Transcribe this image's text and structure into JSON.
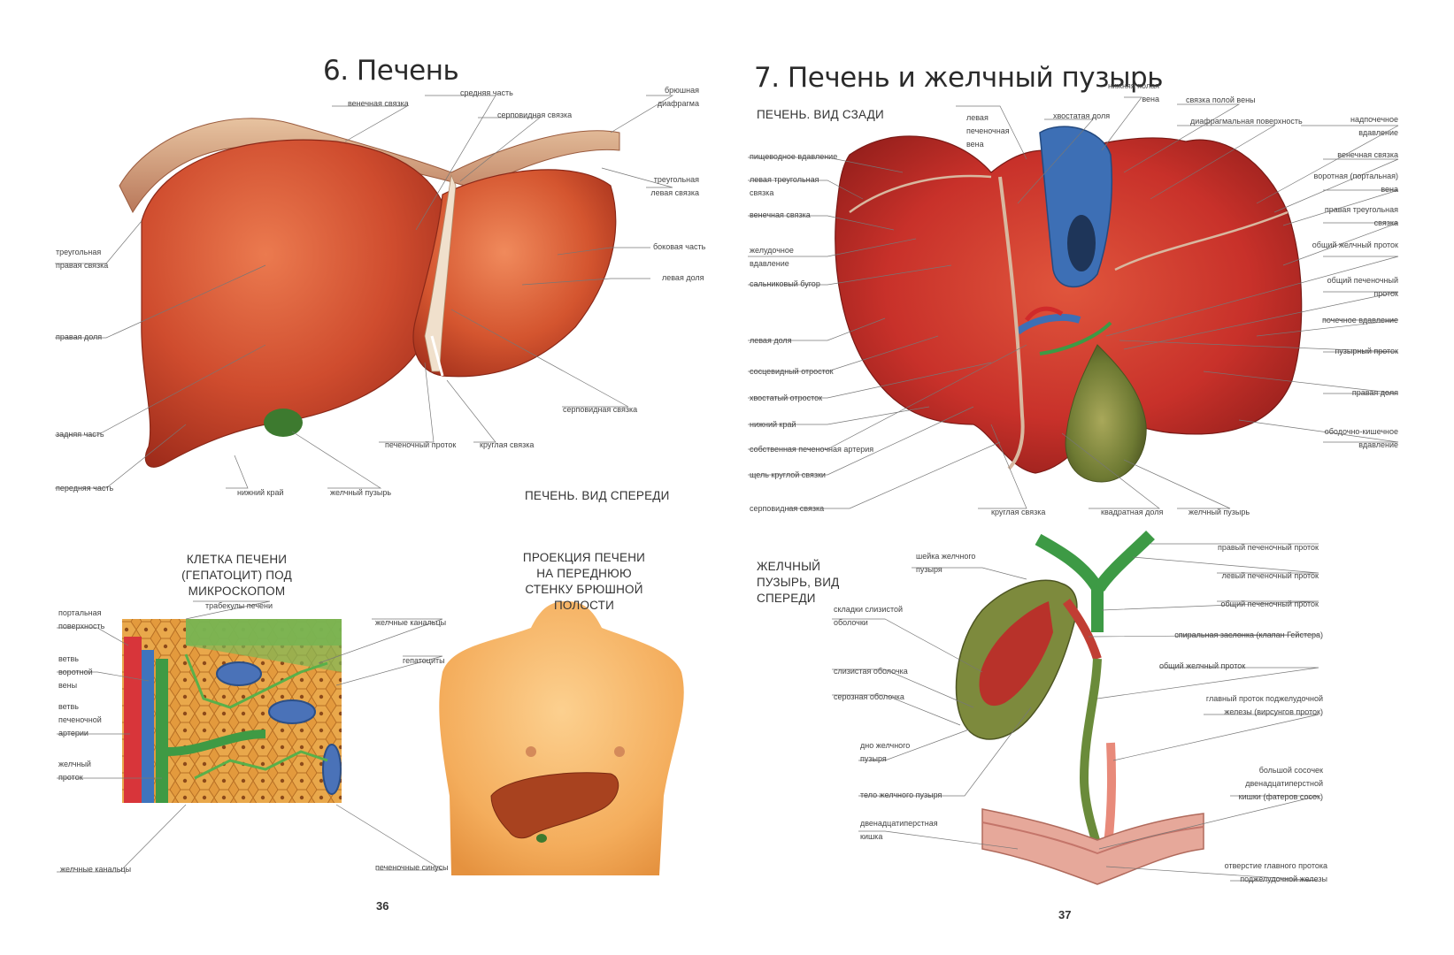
{
  "page_left": {
    "title": "6. Печень",
    "view_label": "ПЕЧЕНЬ. ВИД СПЕРЕДИ",
    "page_number": "36",
    "liver_labels": {
      "coronary_ligament": "венечная связка",
      "middle_part": "средняя часть",
      "falciform_ligament_top": "серповидная связка",
      "abdominal_diaphragm": "брюшная диафрагма",
      "left_triangular_ligament": "треугольная левая связка",
      "lateral_part": "боковая часть",
      "left_lobe": "левая доля",
      "right_triangular_ligament": "треугольная правая связка",
      "right_lobe": "правая доля",
      "posterior_part": "задняя часть",
      "anterior_part": "передняя часть",
      "inferior_margin": "нижний край",
      "gallbladder": "желчный пузырь",
      "hepatic_duct": "печеночный проток",
      "round_ligament": "круглая связка",
      "falciform_ligament_bottom": "серповидная связка"
    },
    "cell_title": "КЛЕТКА ПЕЧЕНИ (ГЕПАТОЦИТ) ПОД МИКРОСКОПОМ",
    "cell_labels": {
      "portal_surface": "портальная поверхность",
      "liver_trabeculae": "трабекулы печени",
      "bile_canals_top": "желчные канальцы",
      "hepatocytes": "гепатоциты",
      "portal_vein_branch": "ветвь воротной вены",
      "hepatic_artery_branch": "ветвь печеночной артерии",
      "bile_duct": "желчный проток",
      "bile_canals_bottom": "желчные канальцы",
      "liver_sinuses": "печеночные синусы"
    },
    "projection_title": "ПРОЕКЦИЯ ПЕЧЕНИ НА ПЕРЕДНЮЮ СТЕНКУ БРЮШНОЙ ПОЛОСТИ"
  },
  "page_right": {
    "title": "7. Печень и желчный пузырь",
    "view_label": "ПЕЧЕНЬ. ВИД СЗАДИ",
    "page_number": "37",
    "back_labels_left": [
      "пищеводное вдавление",
      "левая треугольная связка",
      "венечная связка",
      "желудочное вдавление",
      "сальниковый бугор",
      "левая доля",
      "сосцевидный отросток",
      "хвостатый отросток",
      "нижний край",
      "собственная печеночная артерия",
      "щель круглой связки",
      "серповидная связка"
    ],
    "back_labels_top": {
      "left_hepatic_vein": "левая печеночная вена",
      "caudate_lobe": "хвостатая доля",
      "inferior_vena_cava": "нижняя полая вена",
      "vena_cava_ligament": "связка полой вены",
      "diaphragmatic_surface": "диафрагмальная поверхность"
    },
    "back_labels_right": [
      "надпочечное вдавление",
      "венечная связка",
      "воротная (портальная) вена",
      "правая треугольная связка",
      "общий желчный проток",
      "общий печеночный проток",
      "почечное вдавление",
      "пузырный проток",
      "правая доля",
      "ободочно-кишечное вдавление"
    ],
    "back_labels_bottom": {
      "round_ligament": "круглая связка",
      "quadrate_lobe": "квадратная доля",
      "gallbladder": "желчный пузырь"
    },
    "gb_title": "ЖЕЛЧНЫЙ ПУЗЫРЬ, ВИД СПЕРЕДИ",
    "gb_labels_left": {
      "neck": "шейка желчного пузыря",
      "mucosal_folds": "складки слизистой оболочки",
      "mucosa": "слизистая оболочка",
      "serosa": "серозная оболочка",
      "fundus": "дно желчного пузыря",
      "body": "тело желчного пузыря",
      "duodenum": "двенадцатиперстная кишка"
    },
    "gb_labels_right": {
      "right_hepatic_duct": "правый печеночный проток",
      "left_hepatic_duct": "левый печеночный проток",
      "common_hepatic_duct": "общий печеночный проток",
      "spiral_valve": "спиральная заслонка (клапан Гейстера)",
      "common_bile_duct": "общий желчный проток",
      "pancreatic_duct": "главный проток поджелудочной железы (вирсунгов проток)",
      "major_papilla": "большой сосочек двенадцатиперстной кишки (фатеров сосок)",
      "pancreatic_duct_opening": "отверстие главного протока поджелудочной железы"
    }
  },
  "colors": {
    "liver": "#c0392b",
    "liver_light": "#e8744c",
    "vein_blue": "#3d6fb5",
    "artery_red": "#d02a2a",
    "bile_green": "#3d9a45",
    "gallbladder": "#7c8a3a",
    "skin": "#f5b56a"
  }
}
